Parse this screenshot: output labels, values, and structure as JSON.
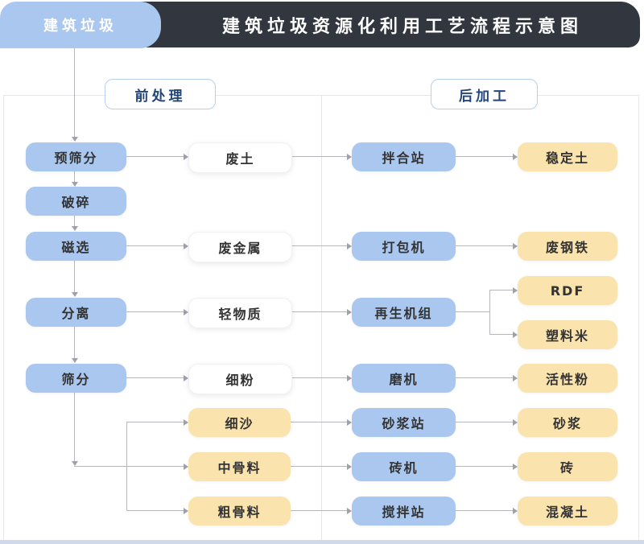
{
  "header": {
    "source_tab": "建筑垃圾",
    "title": "建筑垃圾资源化利用工艺流程示意图"
  },
  "sections": {
    "pre_label": "前处理",
    "post_label": "后加工"
  },
  "nodes": {
    "pre_screening": "预筛分",
    "crushing": "破碎",
    "magnetic_separation": "磁选",
    "separation": "分离",
    "screening": "筛分",
    "waste_soil": "废土",
    "waste_metal": "废金属",
    "light_material": "轻物质",
    "fine_powder": "细粉",
    "fine_sand": "细沙",
    "medium_aggregate": "中骨料",
    "coarse_aggregate": "粗骨料",
    "mixing_plant": "拌合站",
    "baler": "打包机",
    "regeneration_unit": "再生机组",
    "mill": "磨机",
    "mortar_station": "砂浆站",
    "brick_machine": "砖机",
    "agitating_station": "搅拌站",
    "stabilized_soil": "稳定土",
    "waste_steel": "废钢铁",
    "rdf": "RDF",
    "plastic_pellets": "塑料米",
    "active_powder": "活性粉",
    "mortar": "砂浆",
    "brick": "砖",
    "concrete": "混凝土"
  },
  "edges": [
    [
      "source_tab",
      "pre_screening"
    ],
    [
      "pre_screening",
      "crushing"
    ],
    [
      "crushing",
      "magnetic_separation"
    ],
    [
      "magnetic_separation",
      "separation"
    ],
    [
      "separation",
      "screening"
    ],
    [
      "pre_screening",
      "waste_soil"
    ],
    [
      "magnetic_separation",
      "waste_metal"
    ],
    [
      "separation",
      "light_material"
    ],
    [
      "screening",
      "fine_powder"
    ],
    [
      "screening",
      "fine_sand"
    ],
    [
      "screening",
      "medium_aggregate"
    ],
    [
      "screening",
      "coarse_aggregate"
    ],
    [
      "waste_soil",
      "mixing_plant"
    ],
    [
      "waste_metal",
      "baler"
    ],
    [
      "light_material",
      "regeneration_unit"
    ],
    [
      "fine_powder",
      "mill"
    ],
    [
      "fine_sand",
      "mortar_station"
    ],
    [
      "medium_aggregate",
      "brick_machine"
    ],
    [
      "coarse_aggregate",
      "agitating_station"
    ],
    [
      "mixing_plant",
      "stabilized_soil"
    ],
    [
      "baler",
      "waste_steel"
    ],
    [
      "regeneration_unit",
      "rdf"
    ],
    [
      "regeneration_unit",
      "plastic_pellets"
    ],
    [
      "mill",
      "active_powder"
    ],
    [
      "mortar_station",
      "mortar"
    ],
    [
      "brick_machine",
      "brick"
    ],
    [
      "agitating_station",
      "concrete"
    ]
  ],
  "colors": {
    "header_bar": "#31363f",
    "primary_blue": "#a9c7ef",
    "accent_yellow": "#fae3ac",
    "white_node": "#ffffff",
    "section_text": "#23457a",
    "section_border": "#b9cdf2",
    "node_text": "#333333",
    "line_gray": "#b6b7bd",
    "panel_border": "#e5e6ec",
    "footer_bar": "#d0d8ec"
  }
}
